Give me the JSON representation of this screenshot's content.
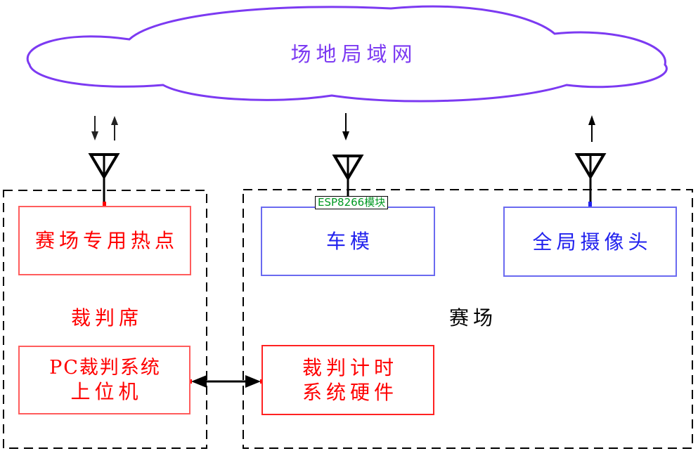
{
  "diagram": {
    "title_hint": "competition-field network topology",
    "cloud": {
      "label": "场地局域网"
    },
    "judge_area": {
      "label": "裁判席",
      "hotspot": {
        "label": "赛场专用热点"
      },
      "pc": {
        "line1": "PC裁判系统",
        "line2": "上位机"
      }
    },
    "arena_area": {
      "label": "赛场",
      "car": {
        "label": "车模",
        "tag": "ESP8266模块"
      },
      "camera": {
        "label": "全局摄像头"
      },
      "timer": {
        "line1": "裁判计时",
        "line2": "系统硬件"
      }
    },
    "icons": [
      "lan-cloud-shape",
      "antenna-icon",
      "down-arrow-icon",
      "up-arrow-icon",
      "bidirectional-arrow-icon"
    ],
    "colors": {
      "cloud_purple": "#7c3af2",
      "red_text": "#ff0000",
      "red_border": "#ff5c5c",
      "red_border_bright": "#ff2222",
      "blue_text": "#2222ee",
      "blue_border": "#6a6af0",
      "green_tag": "#009922",
      "line_black": "#000000"
    }
  }
}
